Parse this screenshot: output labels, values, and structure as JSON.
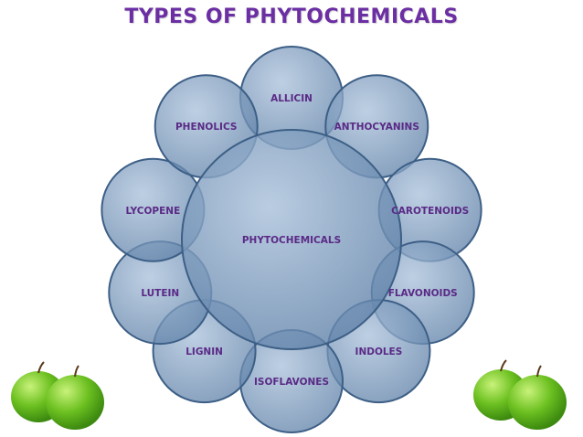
{
  "title": "TYPES OF PHYTOCHEMICALS",
  "center": {
    "label": "PHYTOCHEMICALS"
  },
  "outer": [
    {
      "label": "ALLICIN",
      "angle": -90
    },
    {
      "label": "ANTHOCYANINS",
      "angle": -53
    },
    {
      "label": "CAROTENOIDS",
      "angle": -12
    },
    {
      "label": "FLAVONOIDS",
      "angle": 22
    },
    {
      "label": "INDOLES",
      "angle": 52
    },
    {
      "label": "ISOFLAVONES",
      "angle": 90
    },
    {
      "label": "LIGNIN",
      "angle": 128
    },
    {
      "label": "LUTEIN",
      "angle": 158
    },
    {
      "label": "LYCOPENE",
      "angle": 192
    },
    {
      "label": "PHENOLICS",
      "angle": 233
    }
  ],
  "colors": {
    "circle_fill": "#6f8fb3",
    "circle_fill_light": "#a9c0da",
    "circle_stroke": "#3d5f86",
    "text": "#5a2a86",
    "title": "#6b2fa3",
    "apple": "#6cc020"
  }
}
